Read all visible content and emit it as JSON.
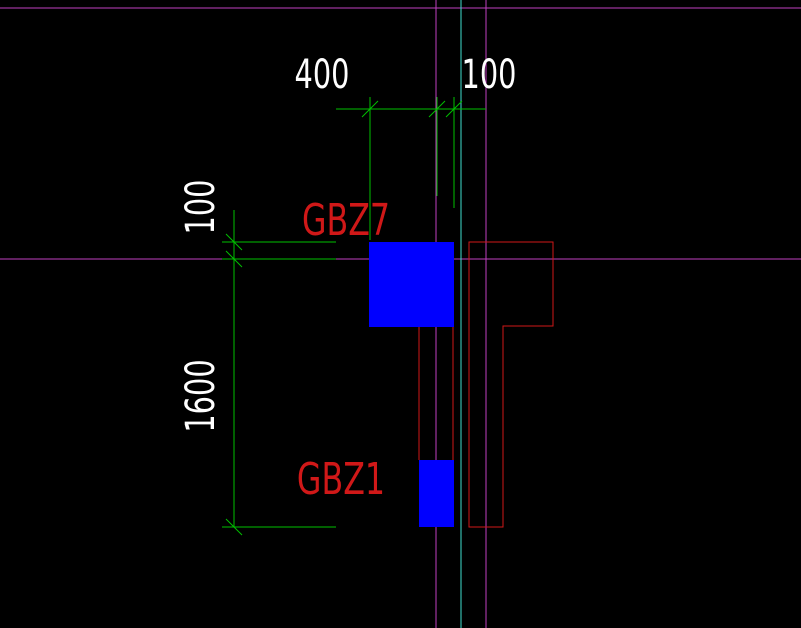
{
  "colors": {
    "background": "#000000",
    "axis": "#c040c0",
    "axis_cyan": "#40e0d0",
    "dimension": "#00c000",
    "dimension_text": "#ffffff",
    "label": "#d01818",
    "column_fill": "#0000ff",
    "outline": "#d01818"
  },
  "dimensions": {
    "top_left": "400",
    "top_right": "100",
    "left_top": "100",
    "left_bottom": "1600"
  },
  "labels": {
    "upper_column": "GBZ7",
    "lower_column": "GBZ1"
  },
  "icons": {
    "tick": "dimension-tick-icon"
  }
}
